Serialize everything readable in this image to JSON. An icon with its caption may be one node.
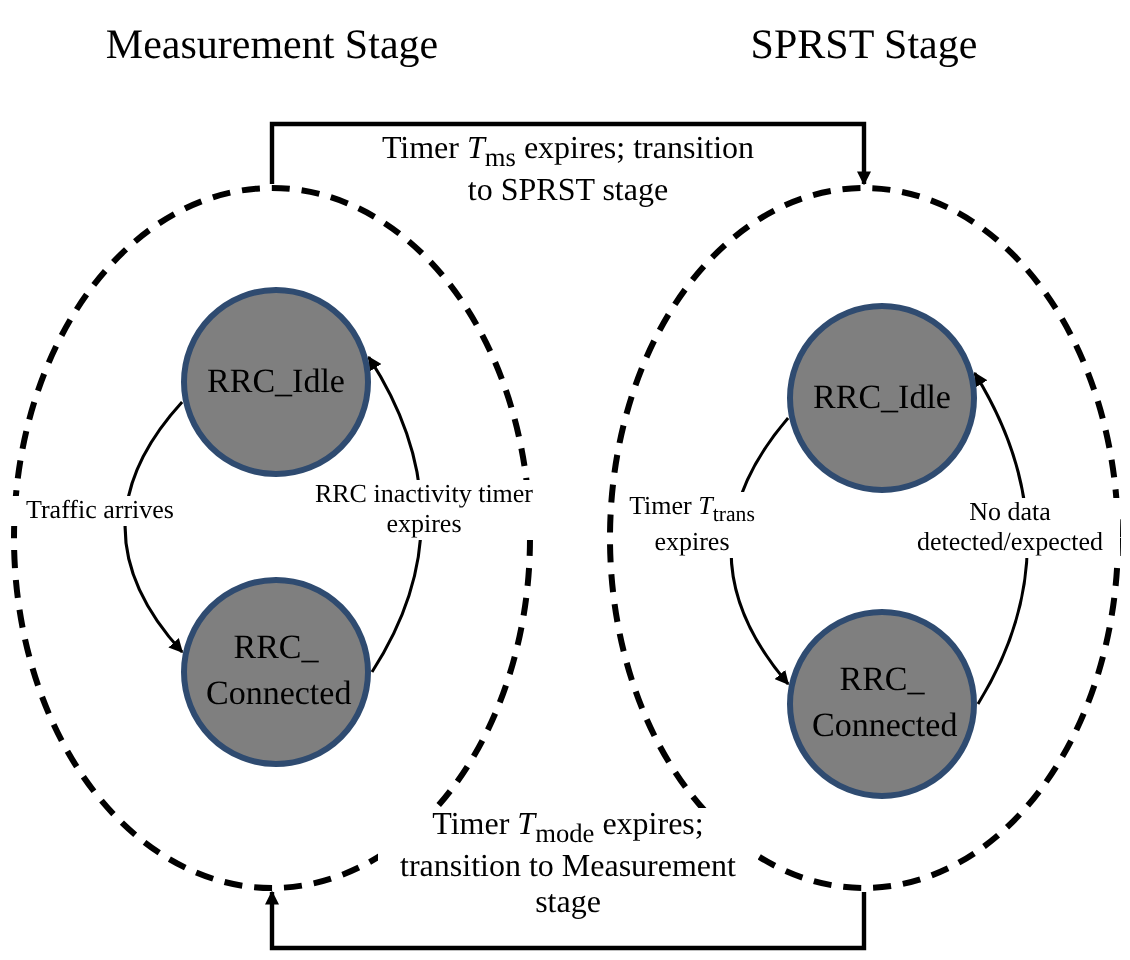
{
  "diagram": {
    "nodes": [
      {
        "text": [
          "Measurement Stage"
        ]
      },
      {
        "text": [
          "RRC_Idle"
        ],
        "in": 0
      },
      {
        "text": [
          "RRC_ Connected"
        ],
        "in": 0
      },
      {
        "text": [
          "SPRST Stage"
        ]
      },
      {
        "text": [
          "RRC_Idle"
        ],
        "in": 3
      },
      {
        "text": [
          "RRC_ Connected"
        ],
        "in": 3
      }
    ],
    "edges": [
      {
        "from": 0,
        "to": 3,
        "arrow": "to",
        "label": "Timer *T*$_{ms}$ expires; transition to SPRST stage"
      },
      {
        "from": 1,
        "to": 2,
        "arrow": "to",
        "label": "Traffic arrives"
      },
      {
        "from": 2,
        "to": 1,
        "arrow": "to",
        "label": "RRC inactivity timer expires"
      },
      {
        "from": 4,
        "to": 5,
        "arrow": "to",
        "label": "Timer *T*$_{trans}$ expires"
      },
      {
        "from": 5,
        "to": 4,
        "arrow": "to",
        "label": "No data detected/expected"
      },
      {
        "from": 3,
        "to": 0,
        "arrow": "to",
        "label": "Timer *T*$_{mode}$ expires; transition to Measurement stage"
      }
    ]
  }
}
